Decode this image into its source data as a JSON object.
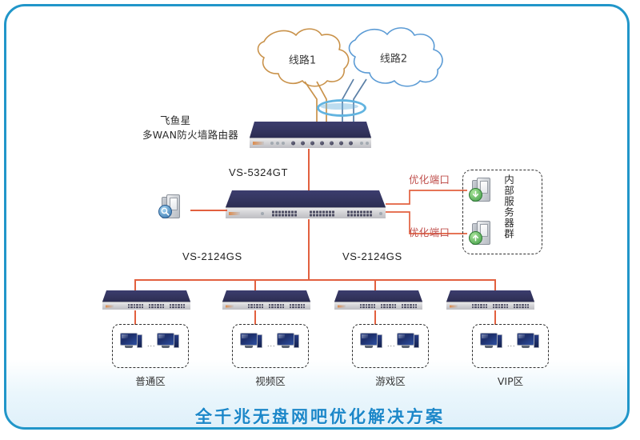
{
  "diagram": {
    "title": "全千兆无盘网吧优化解决方案",
    "frame_color": "#2196c9",
    "link_color": "#e2603f",
    "title_color": "#1b87c9"
  },
  "clouds": [
    {
      "label": "线路1",
      "outline_color": "#c9924a"
    },
    {
      "label": "线路2",
      "outline_color": "#5b9bd5"
    }
  ],
  "router": {
    "brand_label": "飞鱼星",
    "type_label": "多WAN防火墙路由器",
    "port_count": 9
  },
  "core_switch": {
    "model": "VS-5324GT"
  },
  "monitor_server": {
    "icon": "server-magnifier-icon"
  },
  "optimized_ports": [
    {
      "label": "优化端口"
    },
    {
      "label": "优化端口"
    }
  ],
  "server_group": {
    "label": "内部服务器群",
    "servers": [
      {
        "icon": "server-download-icon",
        "badge_color": "#3f9b45"
      },
      {
        "icon": "server-upload-icon",
        "badge_color": "#3f9b45"
      }
    ]
  },
  "access_switch_labels": [
    {
      "model": "VS-2124GS"
    },
    {
      "model": "VS-2124GS"
    }
  ],
  "zones": [
    {
      "label": "普通区",
      "pc_count": 2,
      "ellipsis": "..."
    },
    {
      "label": "视频区",
      "pc_count": 2,
      "ellipsis": "..."
    },
    {
      "label": "游戏区",
      "pc_count": 2,
      "ellipsis": "..."
    },
    {
      "label": "VIP区",
      "pc_count": 2,
      "ellipsis": "..."
    }
  ]
}
